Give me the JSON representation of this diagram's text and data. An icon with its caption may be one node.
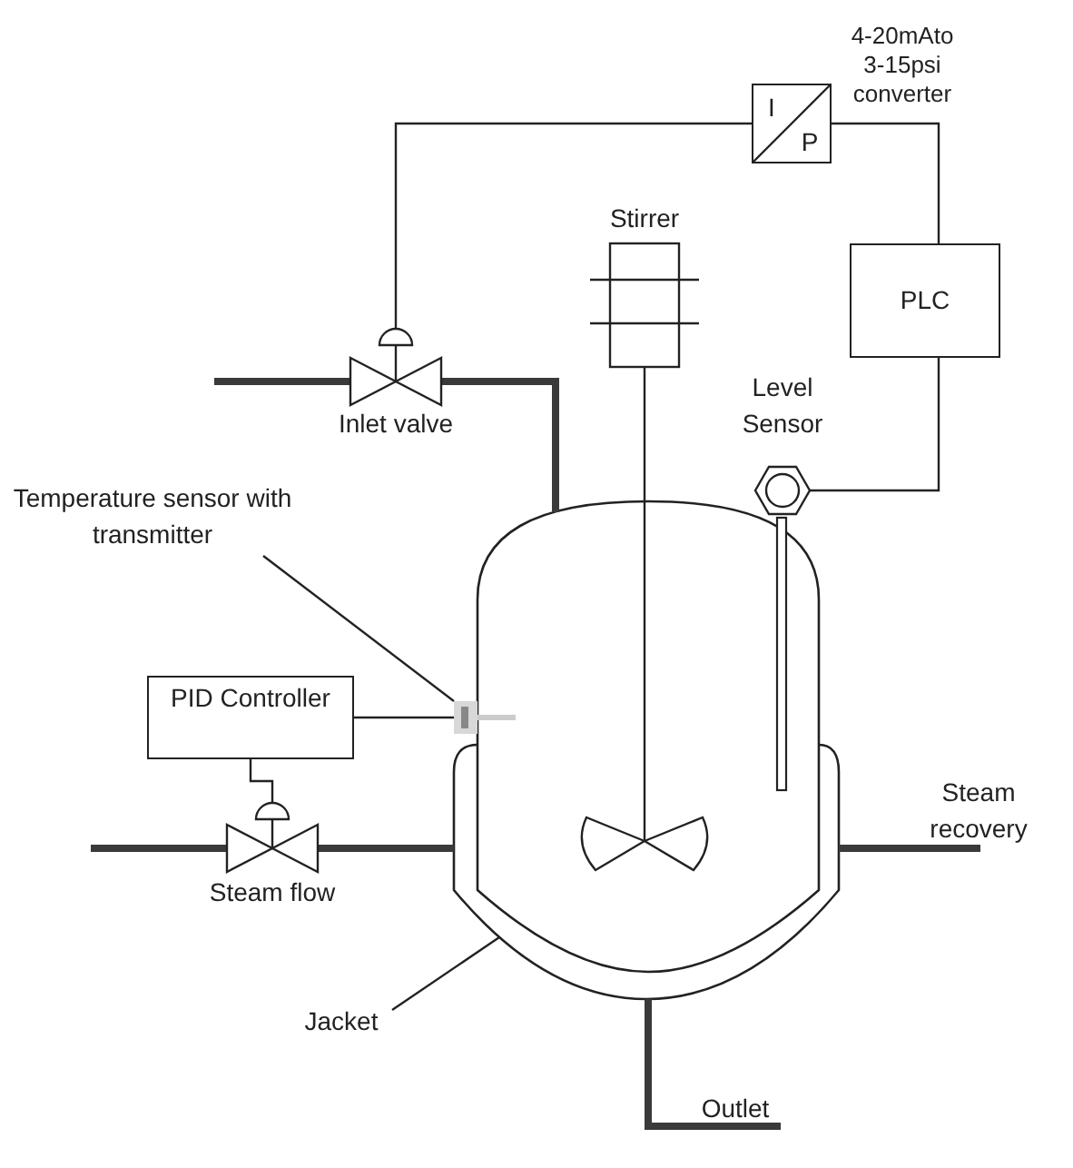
{
  "diagram": {
    "nodes": [
      {
        "text": [
          "I",
          "P"
        ],
        "beside": [
          "4-20mAto 3-15psi converter"
        ]
      },
      {
        "text": [
          "PLC"
        ]
      },
      {
        "text": [
          "Stirrer"
        ]
      },
      {
        "text": [
          "Inlet valve"
        ]
      },
      {
        "text": [
          "Level Sensor"
        ]
      },
      {
        "text": [
          "Temperature sensor with transmitter"
        ]
      },
      {
        "text": [],
        "shape": "box"
      },
      {
        "text": [
          "PID Controller"
        ]
      },
      {
        "text": [
          "Steam flow"
        ]
      },
      {
        "text": [],
        "shape": "vessel"
      },
      {
        "text": [
          "Jacket"
        ]
      },
      {
        "text": [],
        "shape": "jacket"
      },
      {
        "text": [
          "Steam recovery"
        ]
      },
      {
        "text": [
          "Outlet"
        ]
      }
    ],
    "edges": [
      {
        "from": 0,
        "to": 3,
        "arrow": "none"
      },
      {
        "from": 0,
        "to": 1,
        "arrow": "none"
      },
      {
        "from": 1,
        "to": 4,
        "arrow": "none"
      },
      {
        "from": 7,
        "to": 6,
        "arrow": "none"
      },
      {
        "from": 7,
        "to": 8,
        "arrow": "none"
      },
      {
        "from": null,
        "to": 3,
        "arrow": "none",
        "style": "thick"
      },
      {
        "from": 3,
        "to": 9,
        "arrow": "none",
        "style": "thick"
      },
      {
        "from": null,
        "to": 8,
        "arrow": "none",
        "style": "thick"
      },
      {
        "from": 8,
        "to": 11,
        "arrow": "none",
        "style": "thick"
      },
      {
        "from": 11,
        "to": 12,
        "arrow": "none",
        "style": "thick"
      },
      {
        "from": 11,
        "to": 13,
        "arrow": "none",
        "style": "thick"
      },
      {
        "from": 5,
        "to": 6,
        "arrow": "none"
      },
      {
        "from": 10,
        "to": 11,
        "arrow": "none"
      },
      {
        "from": 2,
        "to": 9,
        "arrow": "none"
      }
    ]
  }
}
